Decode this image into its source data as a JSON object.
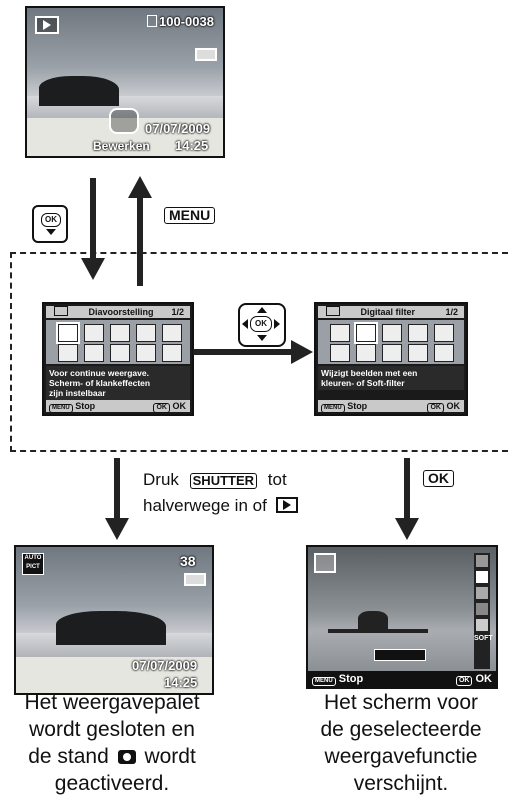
{
  "top_screen": {
    "file_number": "100-0038",
    "date": "07/07/2009",
    "time": "14:25",
    "edit_label": "Bewerken"
  },
  "buttons": {
    "ok_small": "OK",
    "menu_label": "MENU",
    "ok_label": "OK",
    "shutter_label": "SHUTTER"
  },
  "left_menu": {
    "title": "Diavoorstelling",
    "page": "1/2",
    "description_lines": [
      "Voor continue weergave.",
      "Scherm- of klankeffecten",
      "zijn instelbaar"
    ],
    "menu_key": "MENU",
    "stop": "Stop",
    "ok_key": "OK",
    "ok": "OK"
  },
  "right_menu": {
    "title": "Digitaal filter",
    "page": "1/2",
    "description_lines": [
      "Wijzigt beelden met een",
      "kleuren- of Soft-filter"
    ],
    "menu_key": "MENU",
    "stop": "Stop",
    "ok_key": "OK",
    "ok": "OK"
  },
  "shutter_note": {
    "prefix": "Druk",
    "middle": "tot",
    "line2": "halverwege in of"
  },
  "bottom_left_screen": {
    "mode_top": "AUTO",
    "mode_bottom": "PICT",
    "shots": "38",
    "date": "07/07/2009",
    "time": "14:25"
  },
  "bottom_right_screen": {
    "menu_key": "MENU",
    "stop": "Stop",
    "ok_key": "OK",
    "ok": "OK",
    "soft_label": "SOFT"
  },
  "captions": {
    "left": [
      "Het weergavepalet",
      "wordt gesloten en",
      "de stand",
      "wordt",
      "geactiveerd."
    ],
    "right": [
      "Het scherm voor",
      "de geselecteerde",
      "weergavefunctie",
      "verschijnt."
    ]
  }
}
